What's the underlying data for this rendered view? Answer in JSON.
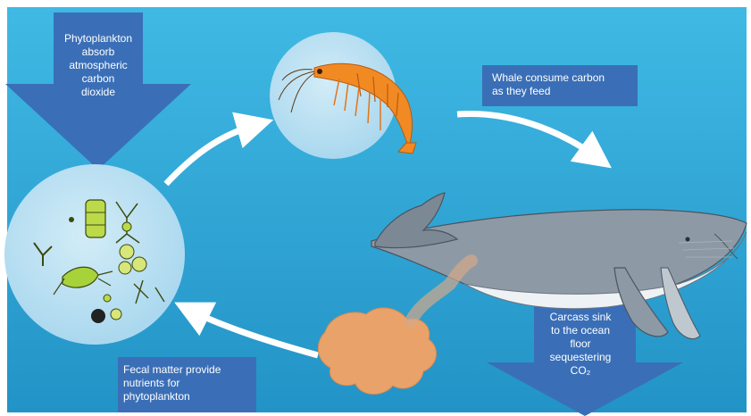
{
  "labels": {
    "absorb": "Phytoplankton\nabsorb\natmospheric\ncarbon\ndioxide",
    "whale_consume": "Whale consume carbon\nas they feed",
    "fecal": "Fecal matter provide\nnutrients for\nphytoplankton",
    "carcass": "Carcass sink\nto the ocean\nfloor\nsequestering\nCO₂"
  },
  "colors": {
    "ocean_top": "#3fb7e2",
    "ocean_bottom": "#2596c9",
    "arrow_blue": "#3a6fb7",
    "circle_fill": "#b9e0f2",
    "krill": "#f0821e",
    "whale_body": "#8d9aa6",
    "whale_belly": "#eef2f4",
    "fecal": "#e9a26a",
    "plankton": "#b7d843"
  }
}
